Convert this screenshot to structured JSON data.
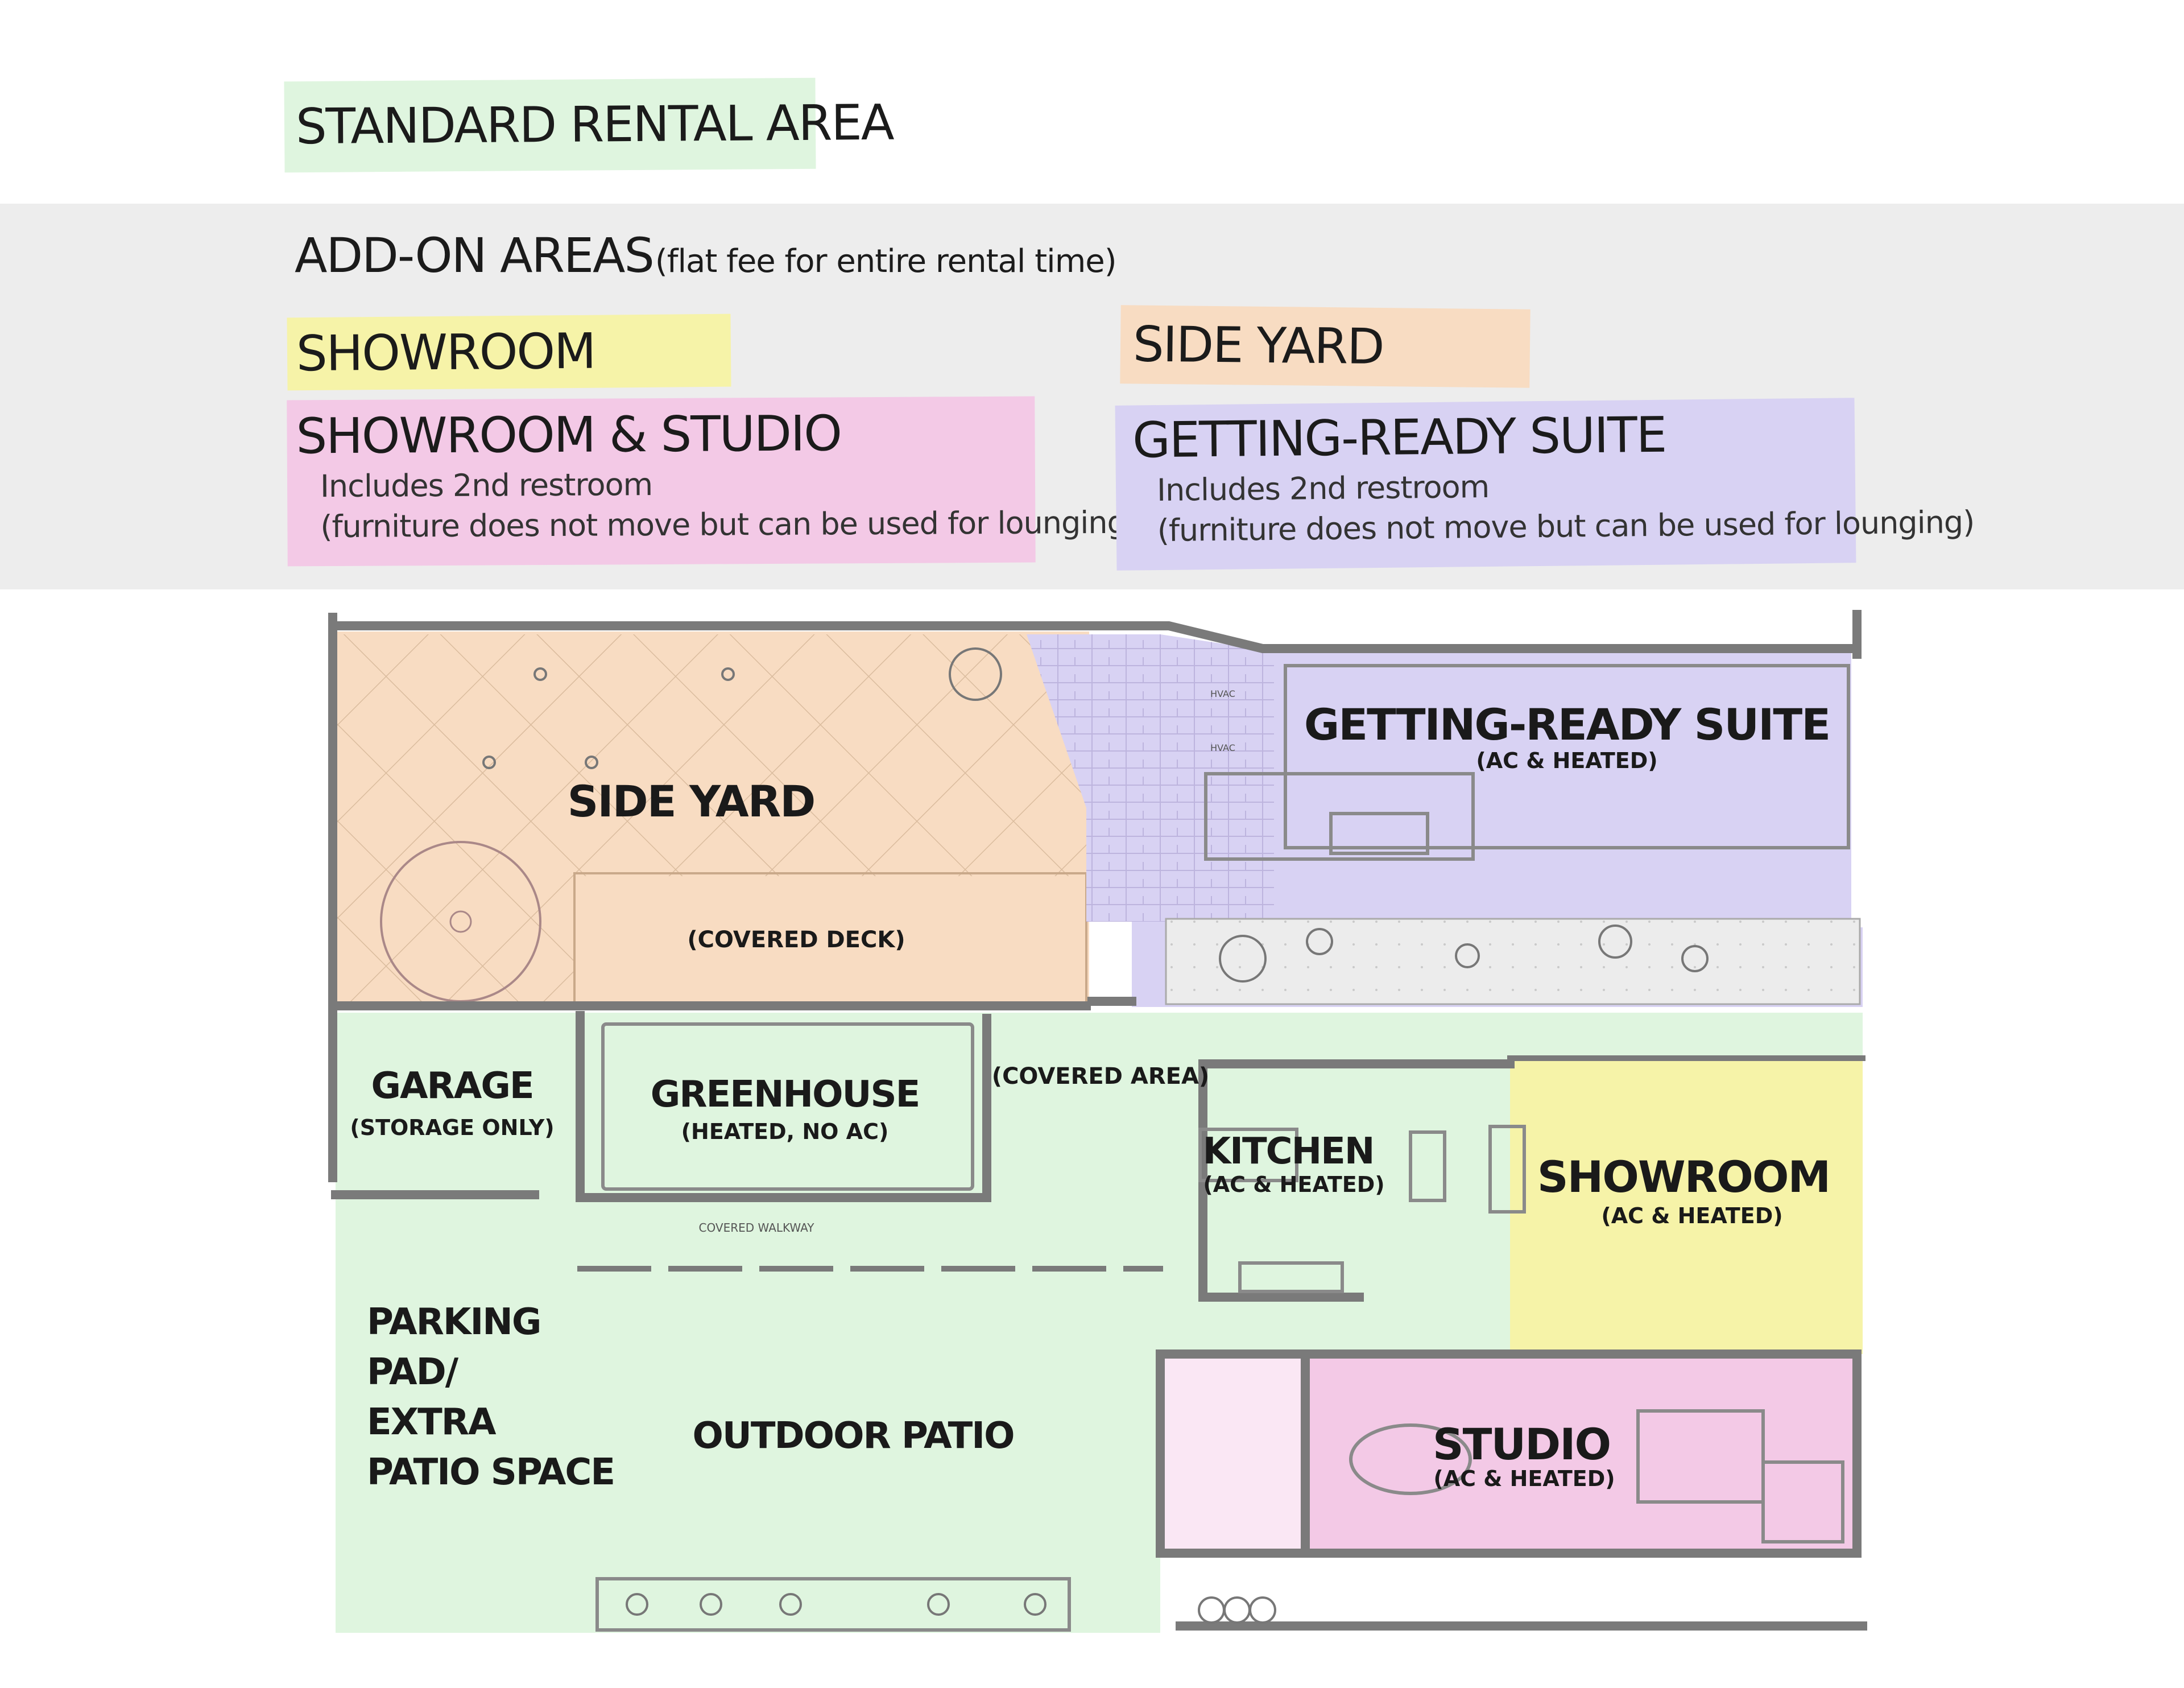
{
  "legend": {
    "standard": "STANDARD RENTAL AREA",
    "addon_title": "ADD-ON AREAS",
    "addon_note": "(flat fee for entire rental time)",
    "showroom": "SHOWROOM",
    "side_yard": "SIDE YARD",
    "showroom_studio": "SHOWROOM & STUDIO",
    "getting_ready": "GETTING-READY SUITE",
    "restroom_note": "Includes 2nd restroom",
    "furniture_note": "(furniture does not move but can be used for lounging)"
  },
  "rooms": {
    "side_yard": "SIDE YARD",
    "covered_deck": "(COVERED DECK)",
    "getting_ready": "GETTING-READY SUITE",
    "getting_ready_sub": "(AC & HEATED)",
    "hvac": "HVAC",
    "garage": "GARAGE",
    "garage_sub": "(STORAGE ONLY)",
    "greenhouse": "GREENHOUSE",
    "greenhouse_sub": "(HEATED, NO AC)",
    "covered_area": "(COVERED AREA)",
    "covered_walkway": "COVERED WALKWAY",
    "kitchen": "KITCHEN",
    "kitchen_sub": "(AC & HEATED)",
    "showroom": "SHOWROOM",
    "showroom_sub": "(AC & HEATED)",
    "parking_1": "PARKING",
    "parking_2": "PAD/",
    "parking_3": "EXTRA",
    "parking_4": "PATIO SPACE",
    "outdoor_patio": "OUTDOOR PATIO",
    "studio": "STUDIO",
    "studio_sub": "(AC & HEATED)"
  },
  "colors": {
    "standard": "#dff5df",
    "showroom": "#f6f3a8",
    "side_yard": "#f8dcc2",
    "showroom_studio": "#f3c9e6",
    "getting_ready": "#d8d2f3",
    "wall": "#7a7a7a"
  }
}
